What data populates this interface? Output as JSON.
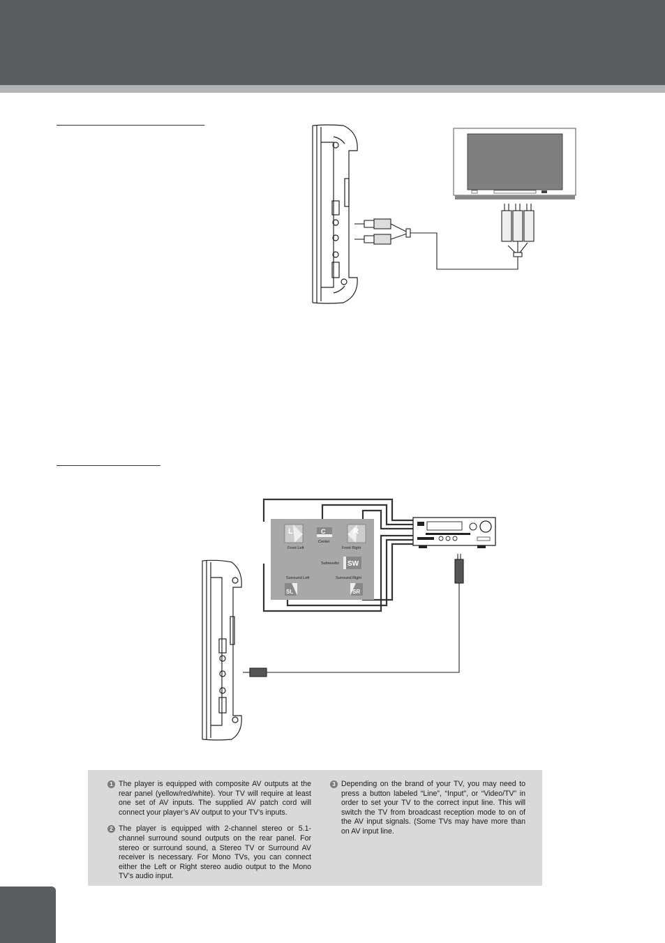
{
  "speakers": {
    "front_left": {
      "letter": "L",
      "label": "Front Left"
    },
    "center": {
      "letter": "C",
      "label": "Center"
    },
    "front_right": {
      "letter": "R",
      "label": "Front Right"
    },
    "subwoofer": {
      "letter": "SW",
      "label": "Subwoofer"
    },
    "surround_left": {
      "letter": "SL",
      "label": "Surround Left"
    },
    "surround_right": {
      "letter": "SR",
      "label": "Surround Right"
    }
  },
  "notes": [
    {
      "number": "1",
      "text": "The player is equipped with composite AV outputs at the rear panel (yellow/red/white). Your TV will require at least one set of AV inputs. The supplied AV patch cord will connect your player’s AV output to your TV’s inputs."
    },
    {
      "number": "2",
      "text": "The player is equipped with 2-channel stereo or 5.1-channel surround sound outputs on the rear panel. For stereo or surround sound, a Stereo TV or Surround AV receiver is necessary. For Mono TVs, you can connect either the Left or Right stereo audio output to the Mono TV’s audio input."
    },
    {
      "number": "3",
      "text": "Depending on the brand of your TV, you may need to press a button labeled “Line”, “Input”, or “Video/TV” in order to set your TV to the correct input line. This will switch the TV from broadcast reception mode to on of the AV input signals. (Some TVs may have more than on AV input line."
    }
  ],
  "colors": {
    "header": "#5b5e61",
    "stripe": "#b2b4b6",
    "note_background": "#d9d9d9"
  }
}
